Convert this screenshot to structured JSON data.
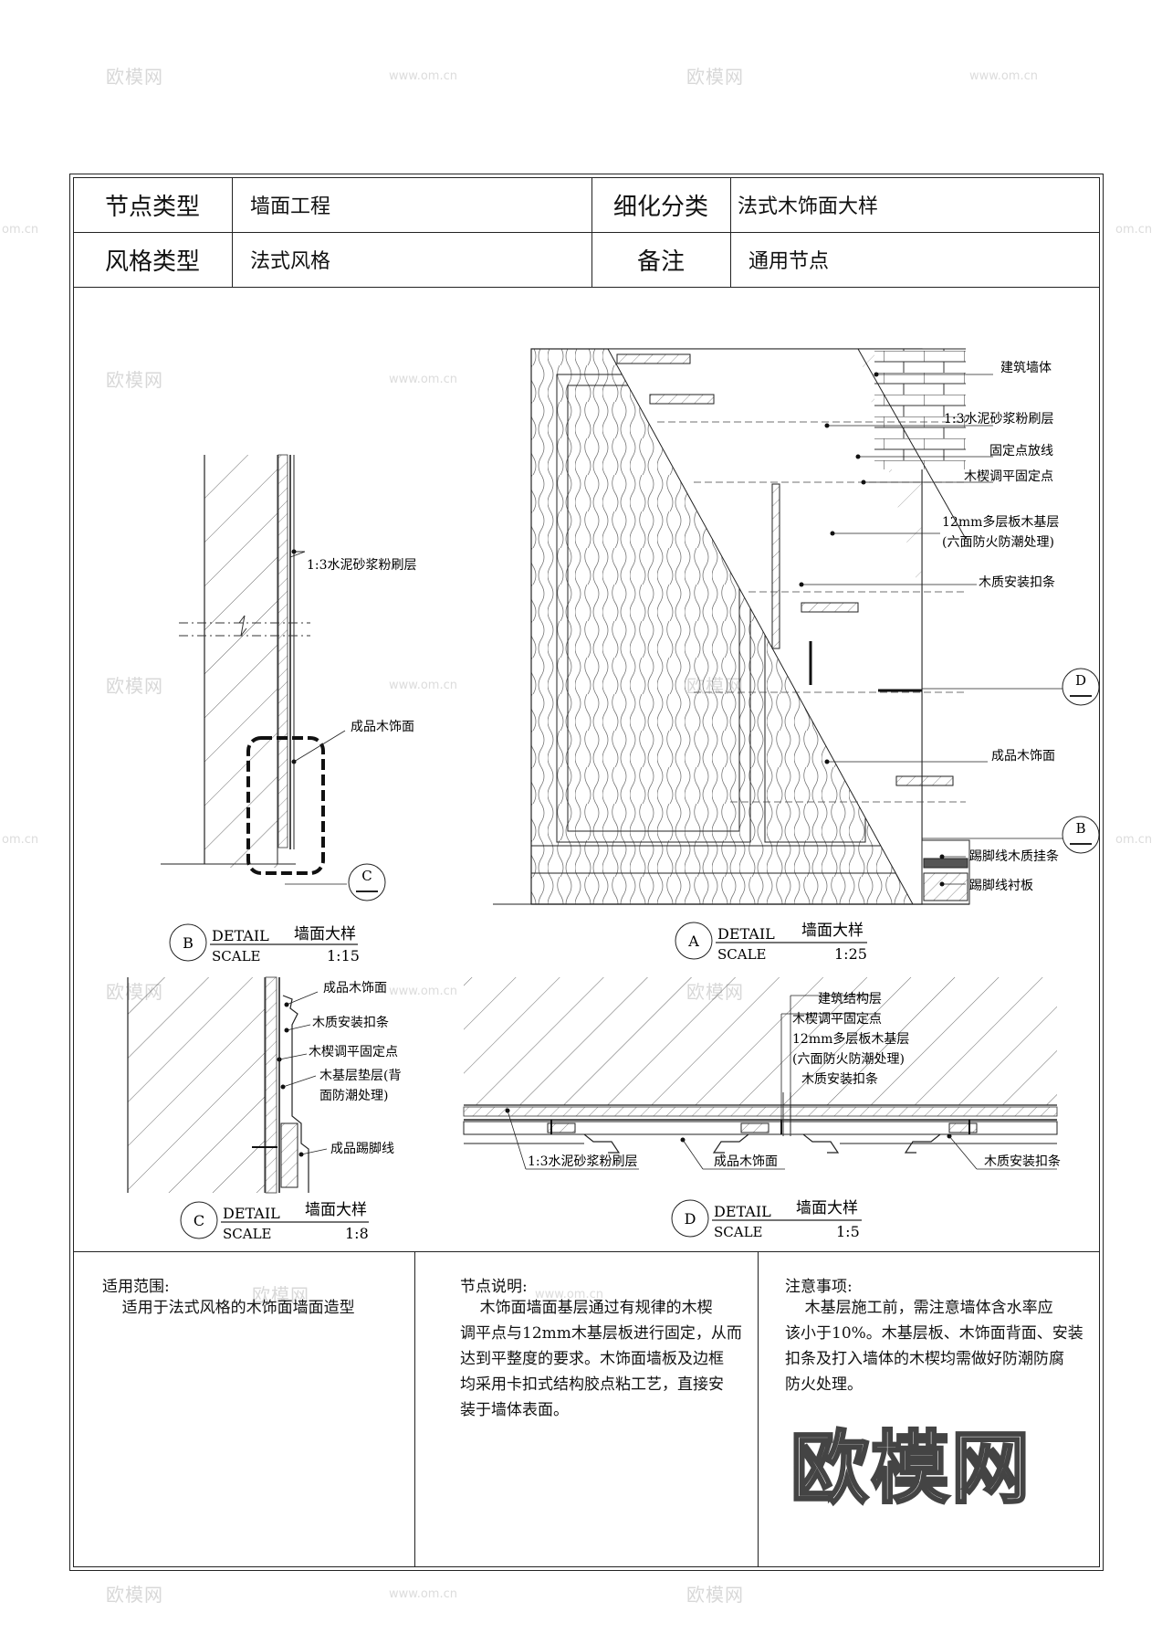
{
  "header": {
    "node_type_label": "节点类型",
    "node_type_value": "墙面工程",
    "subcategory_label": "细化分类",
    "subcategory_value": "法式木饰面大样",
    "style_label": "风格类型",
    "style_value": "法式风格",
    "remark_label": "备注",
    "remark_value": "通用节点"
  },
  "details": {
    "A": {
      "id": "A",
      "detail": "DETAIL",
      "scale_word": "SCALE",
      "title": "墙面大样",
      "scale": "1:25",
      "labels": [
        "建筑墙体",
        "1:3水泥砂浆粉刷层",
        "固定点放线",
        "木楔调平固定点",
        "12mm多层板木基层",
        "(六面防火防潮处理)",
        "木质安装扣条",
        "成品木饰面",
        "踢脚线木质挂条",
        "踢脚线衬板"
      ],
      "callouts": [
        "D",
        "B"
      ]
    },
    "B": {
      "id": "B",
      "detail": "DETAIL",
      "scale_word": "SCALE",
      "title": "墙面大样",
      "scale": "1:15",
      "labels": [
        "1:3水泥砂浆粉刷层",
        "成品木饰面"
      ],
      "callouts": [
        "C"
      ]
    },
    "C": {
      "id": "C",
      "detail": "DETAIL",
      "scale_word": "SCALE",
      "title": "墙面大样",
      "scale": "1:8",
      "labels": [
        "成品木饰面",
        "木质安装扣条",
        "木楔调平固定点",
        "木基层垫层(背",
        "面防潮处理)",
        "成品踢脚线"
      ]
    },
    "D": {
      "id": "D",
      "detail": "DETAIL",
      "scale_word": "SCALE",
      "title": "墙面大样",
      "scale": "1:5",
      "labels": [
        "建筑结构层",
        "木楔调平固定点",
        "12mm多层板木基层",
        "(六面防火防潮处理)",
        "木质安装扣条",
        "1:3水泥砂浆粉刷层",
        "成品木饰面",
        "木质安装扣条"
      ]
    }
  },
  "notes": {
    "scope_title": "适用范围:",
    "scope_body": "    适用于法式风格的木饰面墙面造型",
    "node_title": "节点说明:",
    "node_body": "    木饰面墙面基层通过有规律的木楔\n调平点与12mm木基层板进行固定，从而\n达到平整度的要求。木饰面墙板及边框\n均采用卡扣式结构胶点粘工艺，直接安\n装于墙体表面。",
    "caution_title": "注意事项:",
    "caution_body": "    木基层施工前，需注意墙体含水率应\n该小于10%。木基层板、木饰面背面、安装\n扣条及打入墙体的木楔均需做好防潮防腐\n防火处理。"
  },
  "watermark": {
    "brand": "欧模网",
    "site": "www.om.cn",
    "site_short": "om.cn"
  }
}
